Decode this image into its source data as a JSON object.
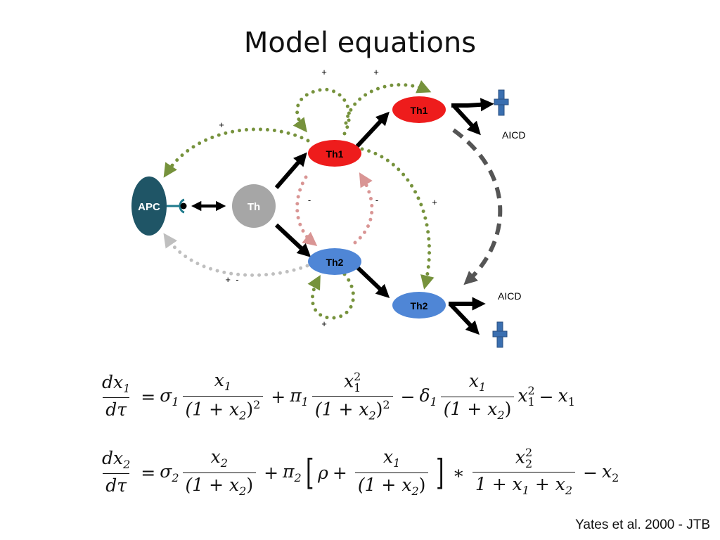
{
  "title": "Model equations",
  "nodes": {
    "apc": "APC",
    "th": "Th",
    "th1_primary": "Th1",
    "th2_primary": "Th2",
    "th1_secondary": "Th1",
    "th2_secondary": "Th2"
  },
  "labels": {
    "plus_top_left": "+",
    "plus_top_right": "+",
    "plus_apc_feedback": "+",
    "minus_left": "-",
    "minus_right": "-",
    "plus_th1_to_th2": "+",
    "plus_minus_apc_gray": "+  -",
    "plus_bottom": "+",
    "aicd_top": "AICD",
    "aicd_bottom": "AICD"
  },
  "equations": {
    "eq1": {
      "lhs_num": "dx",
      "lhs_num_sub": "1",
      "lhs_den": "dτ",
      "eq": "=",
      "t1_coef": "σ",
      "t1_coef_sub": "1",
      "t1_num": "x",
      "t1_num_sub": "1",
      "t1_den_pre": "(1 + x",
      "t1_den_sub": "2",
      "t1_den_post": ")",
      "t1_den_sup": "2",
      "op1": "+",
      "t2_coef": "π",
      "t2_coef_sub": "1",
      "t2_num": "x",
      "t2_num_sub": "1",
      "t2_num_sup": "2",
      "t2_den_pre": "(1 + x",
      "t2_den_sub": "2",
      "t2_den_post": ")",
      "t2_den_sup": "2",
      "op2": "−",
      "t3_coef": "δ",
      "t3_coef_sub": "1",
      "t3_num": "x",
      "t3_num_sub": "1",
      "t3_den_pre": "(1 + x",
      "t3_den_sub": "2",
      "t3_den_post": ")",
      "t3_tail": "x",
      "t3_tail_sub": "1",
      "t3_tail_sup": "2",
      "op3": "−",
      "t4": "x",
      "t4_sub": "1"
    },
    "eq2": {
      "lhs_num": "dx",
      "lhs_num_sub": "2",
      "lhs_den": "dτ",
      "eq": "=",
      "t1_coef": "σ",
      "t1_coef_sub": "2",
      "t1_num": "x",
      "t1_num_sub": "2",
      "t1_den_pre": "(1 + x",
      "t1_den_sub": "2",
      "t1_den_post": ")",
      "op1": "+",
      "t2_coef": "π",
      "t2_coef_sub": "2",
      "bracket_open": "[",
      "rho": "ρ",
      "rho_op": "+",
      "br_num": "x",
      "br_num_sub": "1",
      "br_den_pre": "(1 + x",
      "br_den_sub": "2",
      "br_den_post": ")",
      "bracket_close": "]",
      "star": "∗",
      "t3_num": "x",
      "t3_num_sub": "2",
      "t3_num_sup": "2",
      "t3_den_pre": "1 + x",
      "t3_den_sub1": "1",
      "t3_den_mid": " + x",
      "t3_den_sub2": "2",
      "op2": "−",
      "t4": "x",
      "t4_sub": "2"
    }
  },
  "citation": "Yates et al. 2000 - JTB",
  "colors": {
    "apc": "#1f5566",
    "th": "#a6a6a6",
    "th1": "#ee1c1c",
    "th2": "#4f86d6",
    "positive_feedback": "#76923c",
    "negative_feedback": "#d99594",
    "gray_feedback": "#bfbfbf",
    "aicd_arrow": "#555555",
    "inhibit_symbol": "#3a6fb0"
  }
}
